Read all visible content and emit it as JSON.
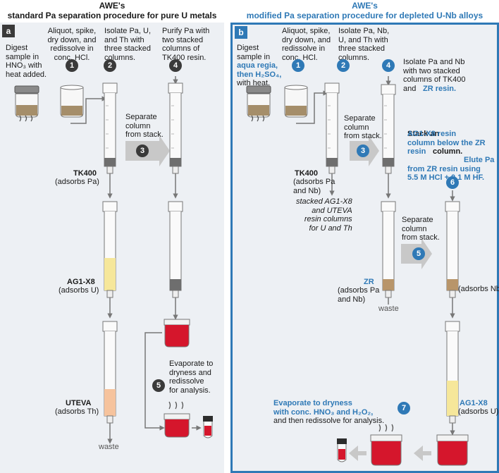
{
  "left": {
    "title_line1": "AWE's",
    "title_line2": "standard Pa separation procedure for pure U metals",
    "panel_label": "a",
    "step0": "Digest\nsample in\nHNO₃ with\nheat added.",
    "step1": "Aliquot, spike,\ndry down, and\nredissolve in\nconc. HCl.",
    "step2": "Isolate Pa, U,\nand Th with\nthree stacked\ncolumns.",
    "step4": "Purify Pa with\ntwo stacked\ncolumns of\nTK400 resin.",
    "step3": "Separate\ncolumn\nfrom stack.",
    "step5": "Evaporate to\ndryness and\nredissolve\nfor analysis.",
    "n1": "1",
    "n2": "2",
    "n3": "3",
    "n4": "4",
    "n5": "5",
    "tk400": "TK400",
    "tk400_sub": "(adsorbs Pa)",
    "ag1x8": "AG1-X8",
    "ag1x8_sub": "(adsorbs U)",
    "uteva": "UTEVA",
    "uteva_sub": "(adsorbs Th)",
    "waste": "waste"
  },
  "right": {
    "title_line1": "AWE's",
    "title_line2": "modified Pa separation procedure for depleted U-Nb alloys",
    "panel_label": "b",
    "step0_a": "Digest\nsample in",
    "step0_b": "aqua regia,\nthen H₂SO₄,",
    "step0_c": "with heat.",
    "step1": "Aliquot, spike,\ndry down, and\nredissolve in\nconc. HCl.",
    "step2": "Isolate Pa, Nb,\nU, and Th with\nthree stacked\ncolumns.",
    "step4_a": "Isolate Pa and Nb\nwith two stacked\ncolumns of TK400\nand ",
    "step4_b": "ZR resin.",
    "step3": "Separate\ncolumn\nfrom stack.",
    "step6_a": "Stack an ",
    "step6_b": "AG1-X8 resin\ncolumn below the ZR\nresin",
    "step6_c": " column. ",
    "step6_d": "Elute Pa\nfrom ZR resin using\n5.5 M HCl + 0.1 M HF.",
    "step5": "Separate\ncolumn\nfrom stack.",
    "step7_a": "Evaporate to dryness\nwith conc. HNO₃ and H₂O₂,",
    "step7_b": "and then redissolve for analysis.",
    "n1": "1",
    "n2": "2",
    "n3": "3",
    "n4": "4",
    "n5": "5",
    "n6": "6",
    "n7": "7",
    "tk400": "TK400",
    "tk400_sub": "(adsorbs Pa\nand Nb)",
    "stacked": "stacked AG1-X8\nand UTEVA\nresin columns\nfor U and Th",
    "zr": "ZR",
    "zr_sub": "(adsorbs Pa\nand Nb)",
    "zr_right_sub": "(adsorbs Nb)",
    "waste": "waste",
    "ag1x8": "AG1-X8",
    "ag1x8_sub": "(adsorbs U)"
  },
  "colors": {
    "panel_bg": "#edf0f4",
    "blue_border": "#2f79b6",
    "blue_text": "#2f79b6",
    "dark_label": "#3a3a3a",
    "resin_tk400": "#6e6e6e",
    "resin_ag1x8": "#f6e79a",
    "resin_uteva": "#f6c39d",
    "resin_zr": "#b8956a",
    "solution_red": "#d5162c"
  }
}
